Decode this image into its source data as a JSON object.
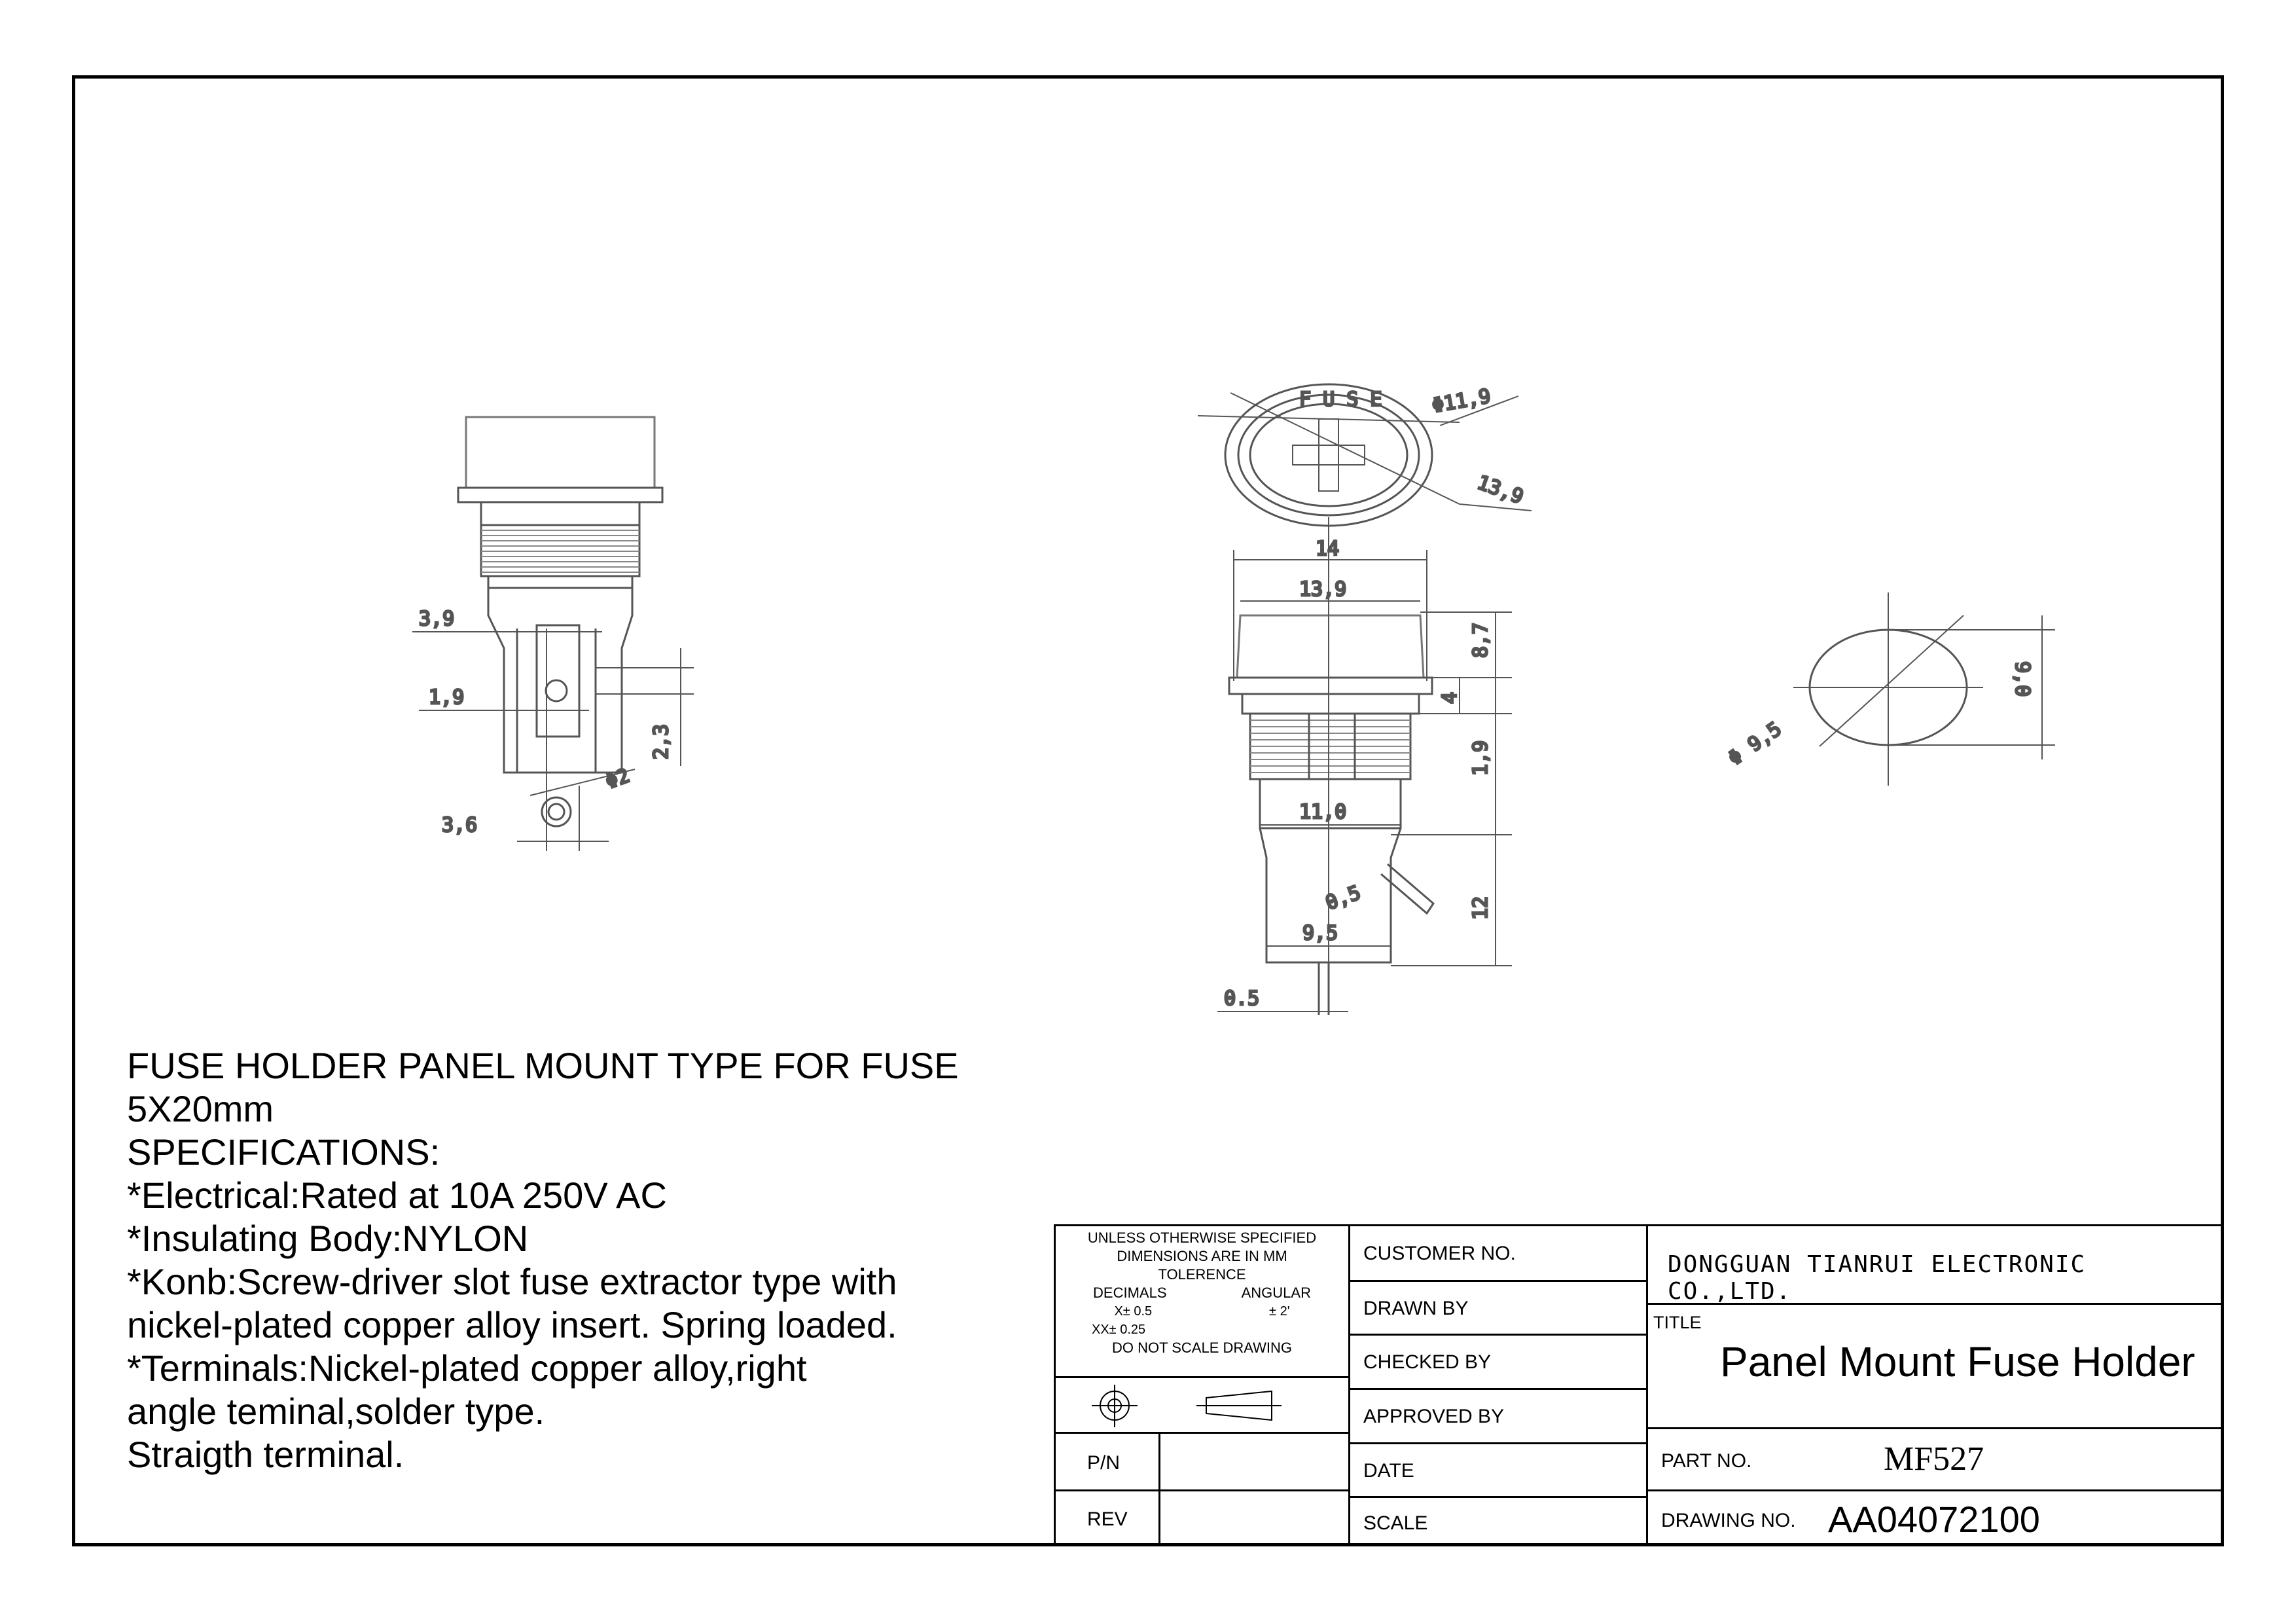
{
  "specifications": {
    "lines": [
      "FUSE HOLDER PANEL MOUNT TYPE FOR FUSE",
      "5X20mm",
      "SPECIFICATIONS:",
      "*Electrical:Rated at 10A 250V AC",
      "*Insulating Body:NYLON",
      "*Konb:Screw-driver slot fuse extractor type with",
      "nickel-plated copper alloy insert. Spring loaded.",
      "*Terminals:Nickel-plated copper alloy,right",
      "angle teminal,solder type.",
      "Straigth terminal."
    ]
  },
  "dimensions": {
    "side_view": {
      "d1": "3,9",
      "d2": "1,9",
      "d3": "2,3",
      "d4": "Φ2",
      "d5": "3,6"
    },
    "top_view": {
      "d1": "Φ11,9",
      "d2": "13,9",
      "cap_text": "F U S E"
    },
    "front_view": {
      "d1": "14",
      "d2": "13,9",
      "d3": "8,7",
      "d4": "4",
      "d5": "1,9",
      "d6": "11,0",
      "d7": "0,5",
      "d8": "9,5",
      "d9": "12",
      "d10": "0.5"
    },
    "cutout": {
      "d1": "Φ 9,5",
      "d2": "9,0"
    }
  },
  "title_block": {
    "tolerance_note": [
      "UNLESS OTHERWISE SPECIFIED",
      "DIMENSIONS ARE IN MM",
      "TOLERENCE"
    ],
    "decimals_label": "DECIMALS",
    "angular_label": "ANGULAR",
    "x_tol": "X± 0.5",
    "angular_tol": "± 2'",
    "xx_tol": "XX± 0.25",
    "do_not_scale": "DO NOT SCALE DRAWING",
    "pn_label": "P/N",
    "rev_label": "REV",
    "customer_no_label": "CUSTOMER NO.",
    "drawn_by_label": "DRAWN BY",
    "checked_by_label": "CHECKED BY",
    "approved_by_label": "APPROVED BY",
    "date_label": "DATE",
    "scale_label": "SCALE",
    "company": "DONGGUAN TIANRUI ELECTRONIC CO.,LTD.",
    "title_label": "TITLE",
    "title": "Panel Mount Fuse Holder",
    "part_no_label": "PART NO.",
    "part_no": "MF527",
    "drawing_no_label": "DRAWING NO.",
    "drawing_no": "AA04072100"
  }
}
